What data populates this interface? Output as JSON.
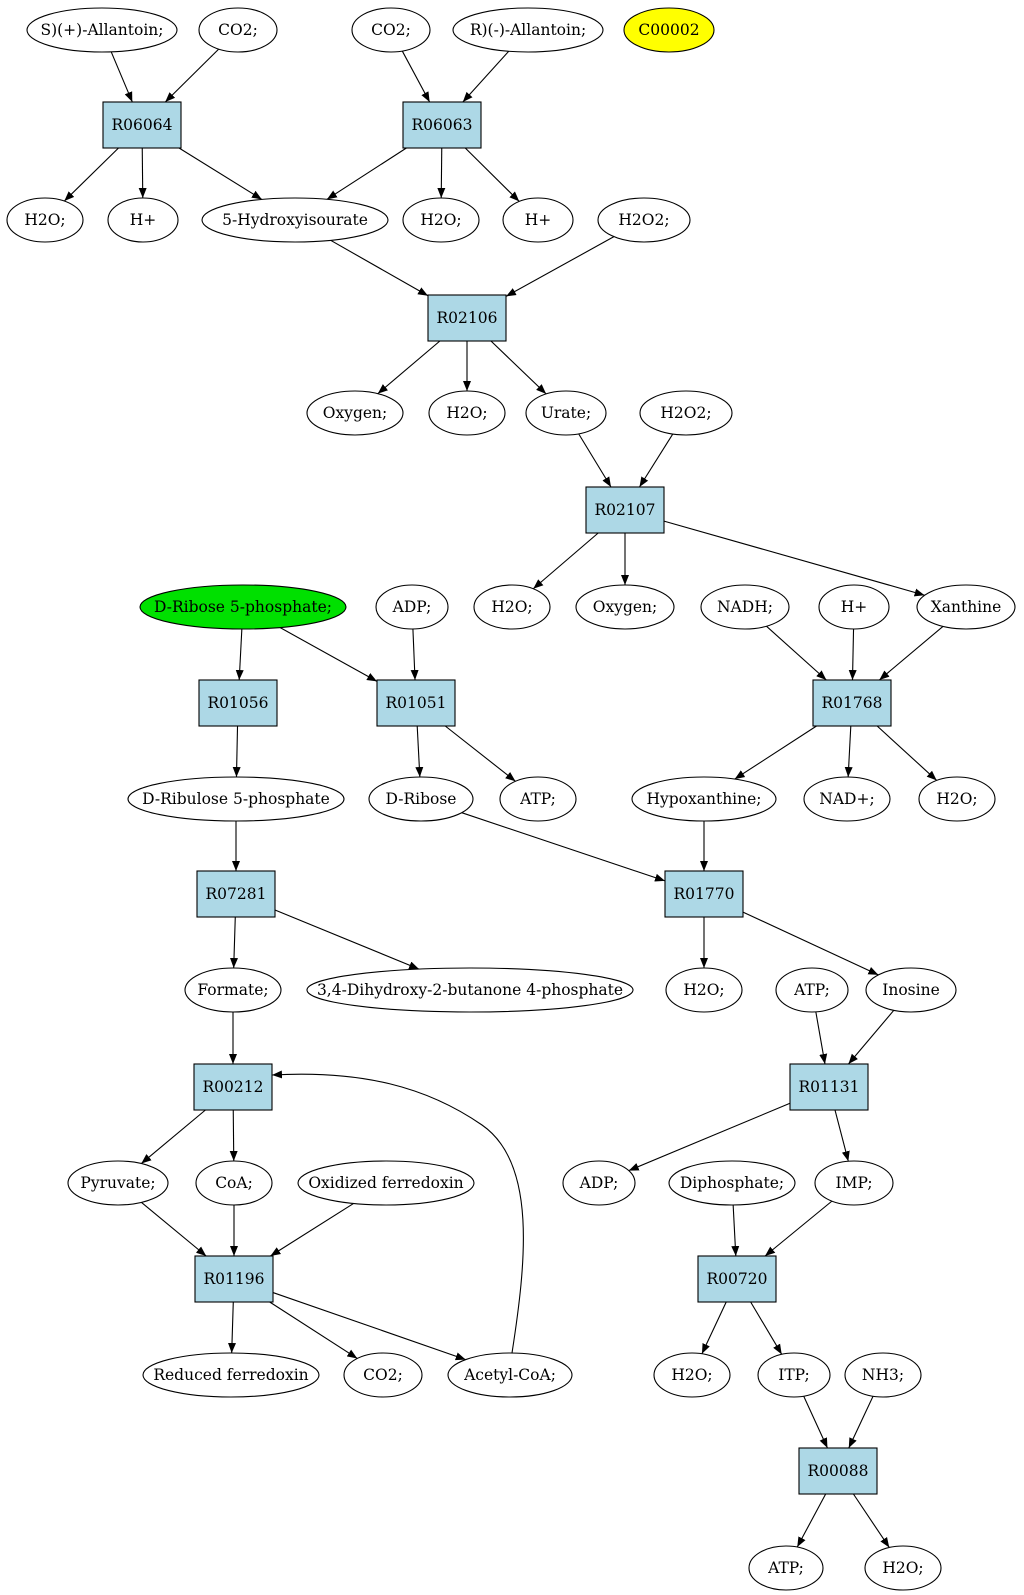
{
  "colors": {
    "reaction_fill": "#add8e6",
    "compound_fill": "#ffffff",
    "source_fill": "#00e000",
    "highlight_fill": "#ffff00",
    "stroke": "#000000"
  },
  "nodes": [
    {
      "id": "c1",
      "label": "S)(+)-Allantoin;",
      "kind": "compound"
    },
    {
      "id": "c2",
      "label": "CO2;",
      "kind": "compound"
    },
    {
      "id": "c3",
      "label": "CO2;",
      "kind": "compound"
    },
    {
      "id": "c4",
      "label": "R)(-)-Allantoin;",
      "kind": "compound"
    },
    {
      "id": "c5",
      "label": "C00002",
      "kind": "highlight"
    },
    {
      "id": "r1",
      "label": "R06064",
      "kind": "reaction"
    },
    {
      "id": "r2",
      "label": "R06063",
      "kind": "reaction"
    },
    {
      "id": "c6",
      "label": "H2O;",
      "kind": "compound"
    },
    {
      "id": "c7",
      "label": "H+",
      "kind": "compound"
    },
    {
      "id": "c8",
      "label": "5-Hydroxyisourate",
      "kind": "compound"
    },
    {
      "id": "c9",
      "label": "H2O;",
      "kind": "compound"
    },
    {
      "id": "c10",
      "label": "H+",
      "kind": "compound"
    },
    {
      "id": "c11",
      "label": "H2O2;",
      "kind": "compound"
    },
    {
      "id": "r3",
      "label": "R02106",
      "kind": "reaction"
    },
    {
      "id": "c12",
      "label": "Oxygen;",
      "kind": "compound"
    },
    {
      "id": "c13",
      "label": "H2O;",
      "kind": "compound"
    },
    {
      "id": "c14",
      "label": "Urate;",
      "kind": "compound"
    },
    {
      "id": "c15",
      "label": "H2O2;",
      "kind": "compound"
    },
    {
      "id": "r4",
      "label": "R02107",
      "kind": "reaction"
    },
    {
      "id": "c16",
      "label": "D-Ribose 5-phosphate;",
      "kind": "source"
    },
    {
      "id": "c17",
      "label": "ADP;",
      "kind": "compound"
    },
    {
      "id": "c18",
      "label": "H2O;",
      "kind": "compound"
    },
    {
      "id": "c19",
      "label": "Oxygen;",
      "kind": "compound"
    },
    {
      "id": "c20",
      "label": "NADH;",
      "kind": "compound"
    },
    {
      "id": "c21",
      "label": "H+",
      "kind": "compound"
    },
    {
      "id": "c22",
      "label": "Xanthine",
      "kind": "compound"
    },
    {
      "id": "r5",
      "label": "R01056",
      "kind": "reaction"
    },
    {
      "id": "r6",
      "label": "R01051",
      "kind": "reaction"
    },
    {
      "id": "r7",
      "label": "R01768",
      "kind": "reaction"
    },
    {
      "id": "c23",
      "label": "D-Ribulose 5-phosphate",
      "kind": "compound"
    },
    {
      "id": "c24",
      "label": "D-Ribose",
      "kind": "compound"
    },
    {
      "id": "c25",
      "label": "ATP;",
      "kind": "compound"
    },
    {
      "id": "c26",
      "label": "Hypoxanthine;",
      "kind": "compound"
    },
    {
      "id": "c27",
      "label": "NAD+;",
      "kind": "compound"
    },
    {
      "id": "c28",
      "label": "H2O;",
      "kind": "compound"
    },
    {
      "id": "r8",
      "label": "R07281",
      "kind": "reaction"
    },
    {
      "id": "r9",
      "label": "R01770",
      "kind": "reaction"
    },
    {
      "id": "c29",
      "label": "Formate;",
      "kind": "compound"
    },
    {
      "id": "c30",
      "label": "3,4-Dihydroxy-2-butanone 4-phosphate",
      "kind": "compound"
    },
    {
      "id": "c31",
      "label": "H2O;",
      "kind": "compound"
    },
    {
      "id": "c32",
      "label": "ATP;",
      "kind": "compound"
    },
    {
      "id": "c33",
      "label": "Inosine",
      "kind": "compound"
    },
    {
      "id": "r10",
      "label": "R00212",
      "kind": "reaction"
    },
    {
      "id": "r11",
      "label": "R01131",
      "kind": "reaction"
    },
    {
      "id": "c34",
      "label": "Pyruvate;",
      "kind": "compound"
    },
    {
      "id": "c35",
      "label": "CoA;",
      "kind": "compound"
    },
    {
      "id": "c36",
      "label": "Oxidized ferredoxin",
      "kind": "compound"
    },
    {
      "id": "c37",
      "label": "ADP;",
      "kind": "compound"
    },
    {
      "id": "c38",
      "label": "Diphosphate;",
      "kind": "compound"
    },
    {
      "id": "c39",
      "label": "IMP;",
      "kind": "compound"
    },
    {
      "id": "r12",
      "label": "R01196",
      "kind": "reaction"
    },
    {
      "id": "r13",
      "label": "R00720",
      "kind": "reaction"
    },
    {
      "id": "c40",
      "label": "Reduced ferredoxin",
      "kind": "compound"
    },
    {
      "id": "c41",
      "label": "CO2;",
      "kind": "compound"
    },
    {
      "id": "c42",
      "label": "Acetyl-CoA;",
      "kind": "compound"
    },
    {
      "id": "c43",
      "label": "H2O;",
      "kind": "compound"
    },
    {
      "id": "c44",
      "label": "ITP;",
      "kind": "compound"
    },
    {
      "id": "c45",
      "label": "NH3;",
      "kind": "compound"
    },
    {
      "id": "r14",
      "label": "R00088",
      "kind": "reaction"
    },
    {
      "id": "c46",
      "label": "ATP;",
      "kind": "compound"
    },
    {
      "id": "c47",
      "label": "H2O;",
      "kind": "compound"
    }
  ],
  "edges": [
    [
      "c1",
      "r1"
    ],
    [
      "c2",
      "r1"
    ],
    [
      "r1",
      "c6"
    ],
    [
      "r1",
      "c7"
    ],
    [
      "r1",
      "c8"
    ],
    [
      "c3",
      "r2"
    ],
    [
      "c4",
      "r2"
    ],
    [
      "r2",
      "c8"
    ],
    [
      "r2",
      "c9"
    ],
    [
      "r2",
      "c10"
    ],
    [
      "c8",
      "r3"
    ],
    [
      "c11",
      "r3"
    ],
    [
      "r3",
      "c12"
    ],
    [
      "r3",
      "c13"
    ],
    [
      "r3",
      "c14"
    ],
    [
      "c14",
      "r4"
    ],
    [
      "c15",
      "r4"
    ],
    [
      "r4",
      "c18"
    ],
    [
      "r4",
      "c19"
    ],
    [
      "r4",
      "c22"
    ],
    [
      "c16",
      "r5"
    ],
    [
      "c16",
      "r6"
    ],
    [
      "c17",
      "r6"
    ],
    [
      "c20",
      "r7"
    ],
    [
      "c21",
      "r7"
    ],
    [
      "c22",
      "r7"
    ],
    [
      "r5",
      "c23"
    ],
    [
      "r6",
      "c24"
    ],
    [
      "r6",
      "c25"
    ],
    [
      "r7",
      "c26"
    ],
    [
      "r7",
      "c27"
    ],
    [
      "r7",
      "c28"
    ],
    [
      "c23",
      "r8"
    ],
    [
      "c24",
      "r9"
    ],
    [
      "c26",
      "r9"
    ],
    [
      "r8",
      "c29"
    ],
    [
      "r8",
      "c30"
    ],
    [
      "r9",
      "c31"
    ],
    [
      "r9",
      "c33"
    ],
    [
      "c29",
      "r10"
    ],
    [
      "c42",
      "r10"
    ],
    [
      "c32",
      "r11"
    ],
    [
      "c33",
      "r11"
    ],
    [
      "r10",
      "c34"
    ],
    [
      "r10",
      "c35"
    ],
    [
      "r11",
      "c37"
    ],
    [
      "r11",
      "c39"
    ],
    [
      "c34",
      "r12"
    ],
    [
      "c35",
      "r12"
    ],
    [
      "c36",
      "r12"
    ],
    [
      "c38",
      "r13"
    ],
    [
      "c39",
      "r13"
    ],
    [
      "r12",
      "c40"
    ],
    [
      "r12",
      "c41"
    ],
    [
      "r12",
      "c42"
    ],
    [
      "r13",
      "c43"
    ],
    [
      "r13",
      "c44"
    ],
    [
      "c44",
      "r14"
    ],
    [
      "c45",
      "r14"
    ],
    [
      "r14",
      "c46"
    ],
    [
      "r14",
      "c47"
    ]
  ]
}
